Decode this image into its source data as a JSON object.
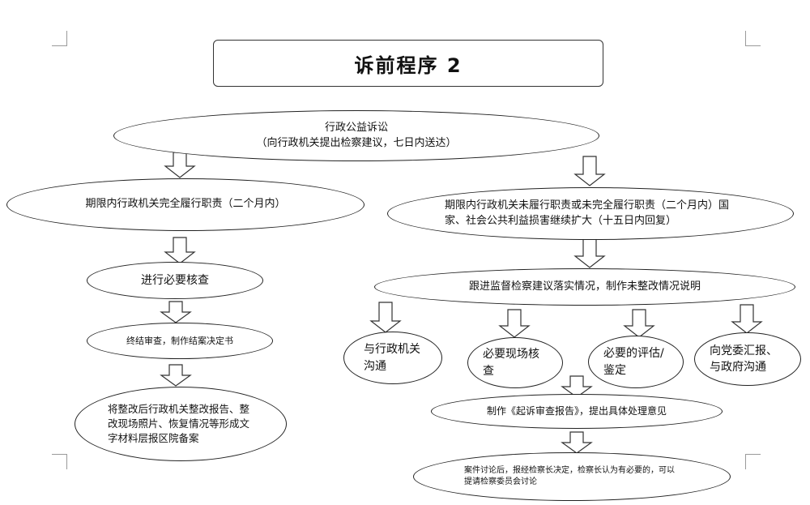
{
  "title": "诉前程序 2",
  "nodes": {
    "root_line1": "行政公益诉讼",
    "root_line2": "（向行政机关提出检察建议，七日内送达）",
    "left_fulfill": "期限内行政机关完全履行职责（二个月内）",
    "left_verify": "进行必要核查",
    "left_close": "终结审查，制作结案决定书",
    "left_archive": "将整改后行政机关整改报告、整改现场照片、恢复情况等形成文字材料层报区院备案",
    "right_unfulfilled": "期限内行政机关未履行职责或未完全履行职责（二个月内）国家、社会公共利益损害继续扩大（十五日内回复）",
    "right_follow": "跟进监督检察建议落实情况，制作未整改情况说明",
    "right_comm_agency": "与行政机关沟通",
    "right_site_check": "必要现场核查",
    "right_assessment": "必要的评估/鉴定",
    "right_report_party": "向党委汇报、与政府沟通",
    "right_lawsuit_report": "制作《起诉审查报告》，提出具体处理意见",
    "right_discussion": "案件讨论后，报经检察长决定，检察长认为有必要的，可以提请检察委员会讨论"
  }
}
